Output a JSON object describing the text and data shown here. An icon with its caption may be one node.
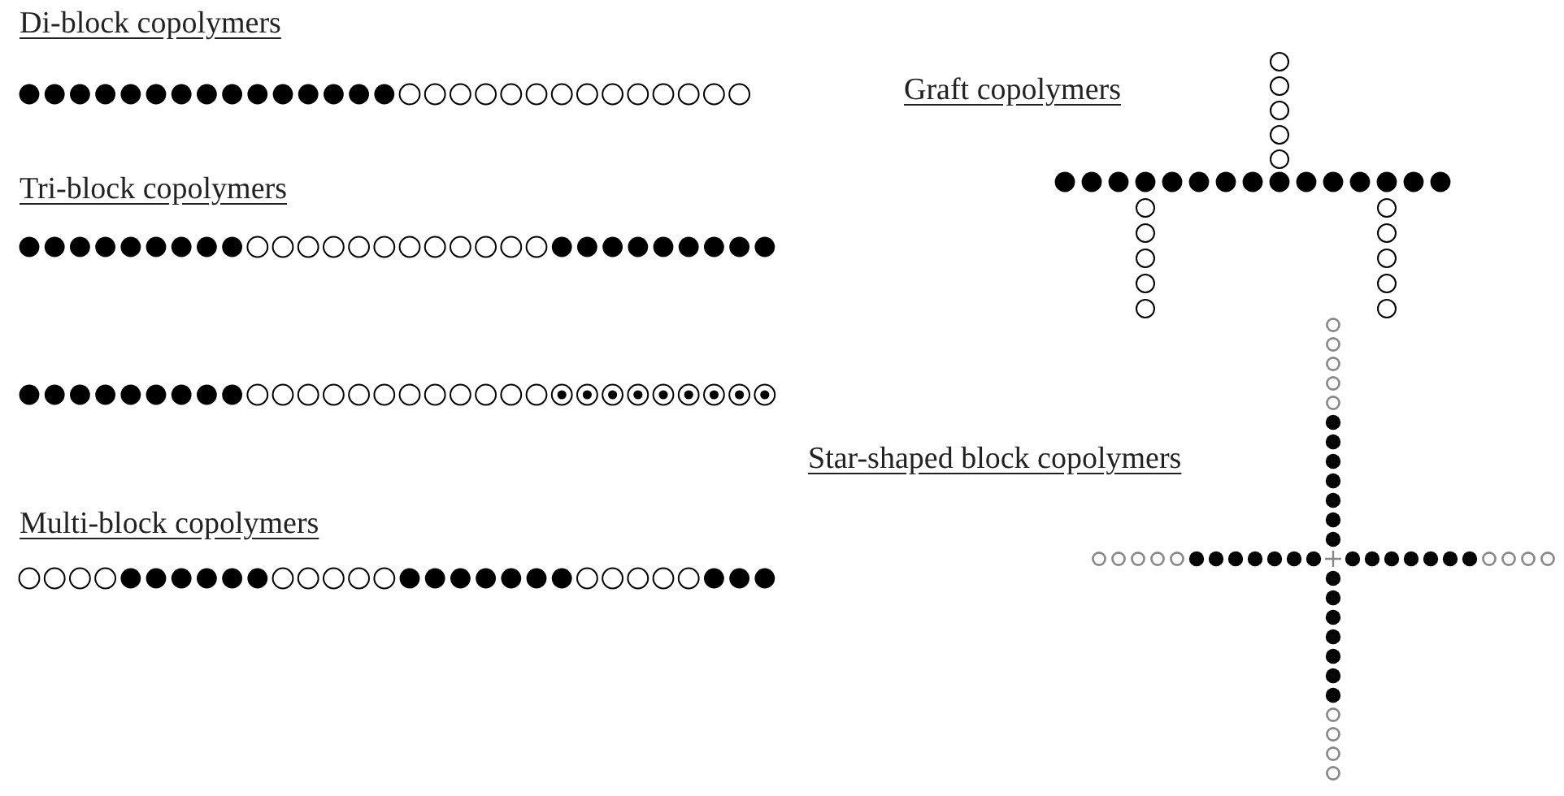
{
  "diagram": {
    "labels": [
      "Di-block copolymers",
      "Tri-block copolymers",
      "Multi-block copolymers",
      "Graft copolymers",
      "Star-shaped block copolymers"
    ]
  }
}
